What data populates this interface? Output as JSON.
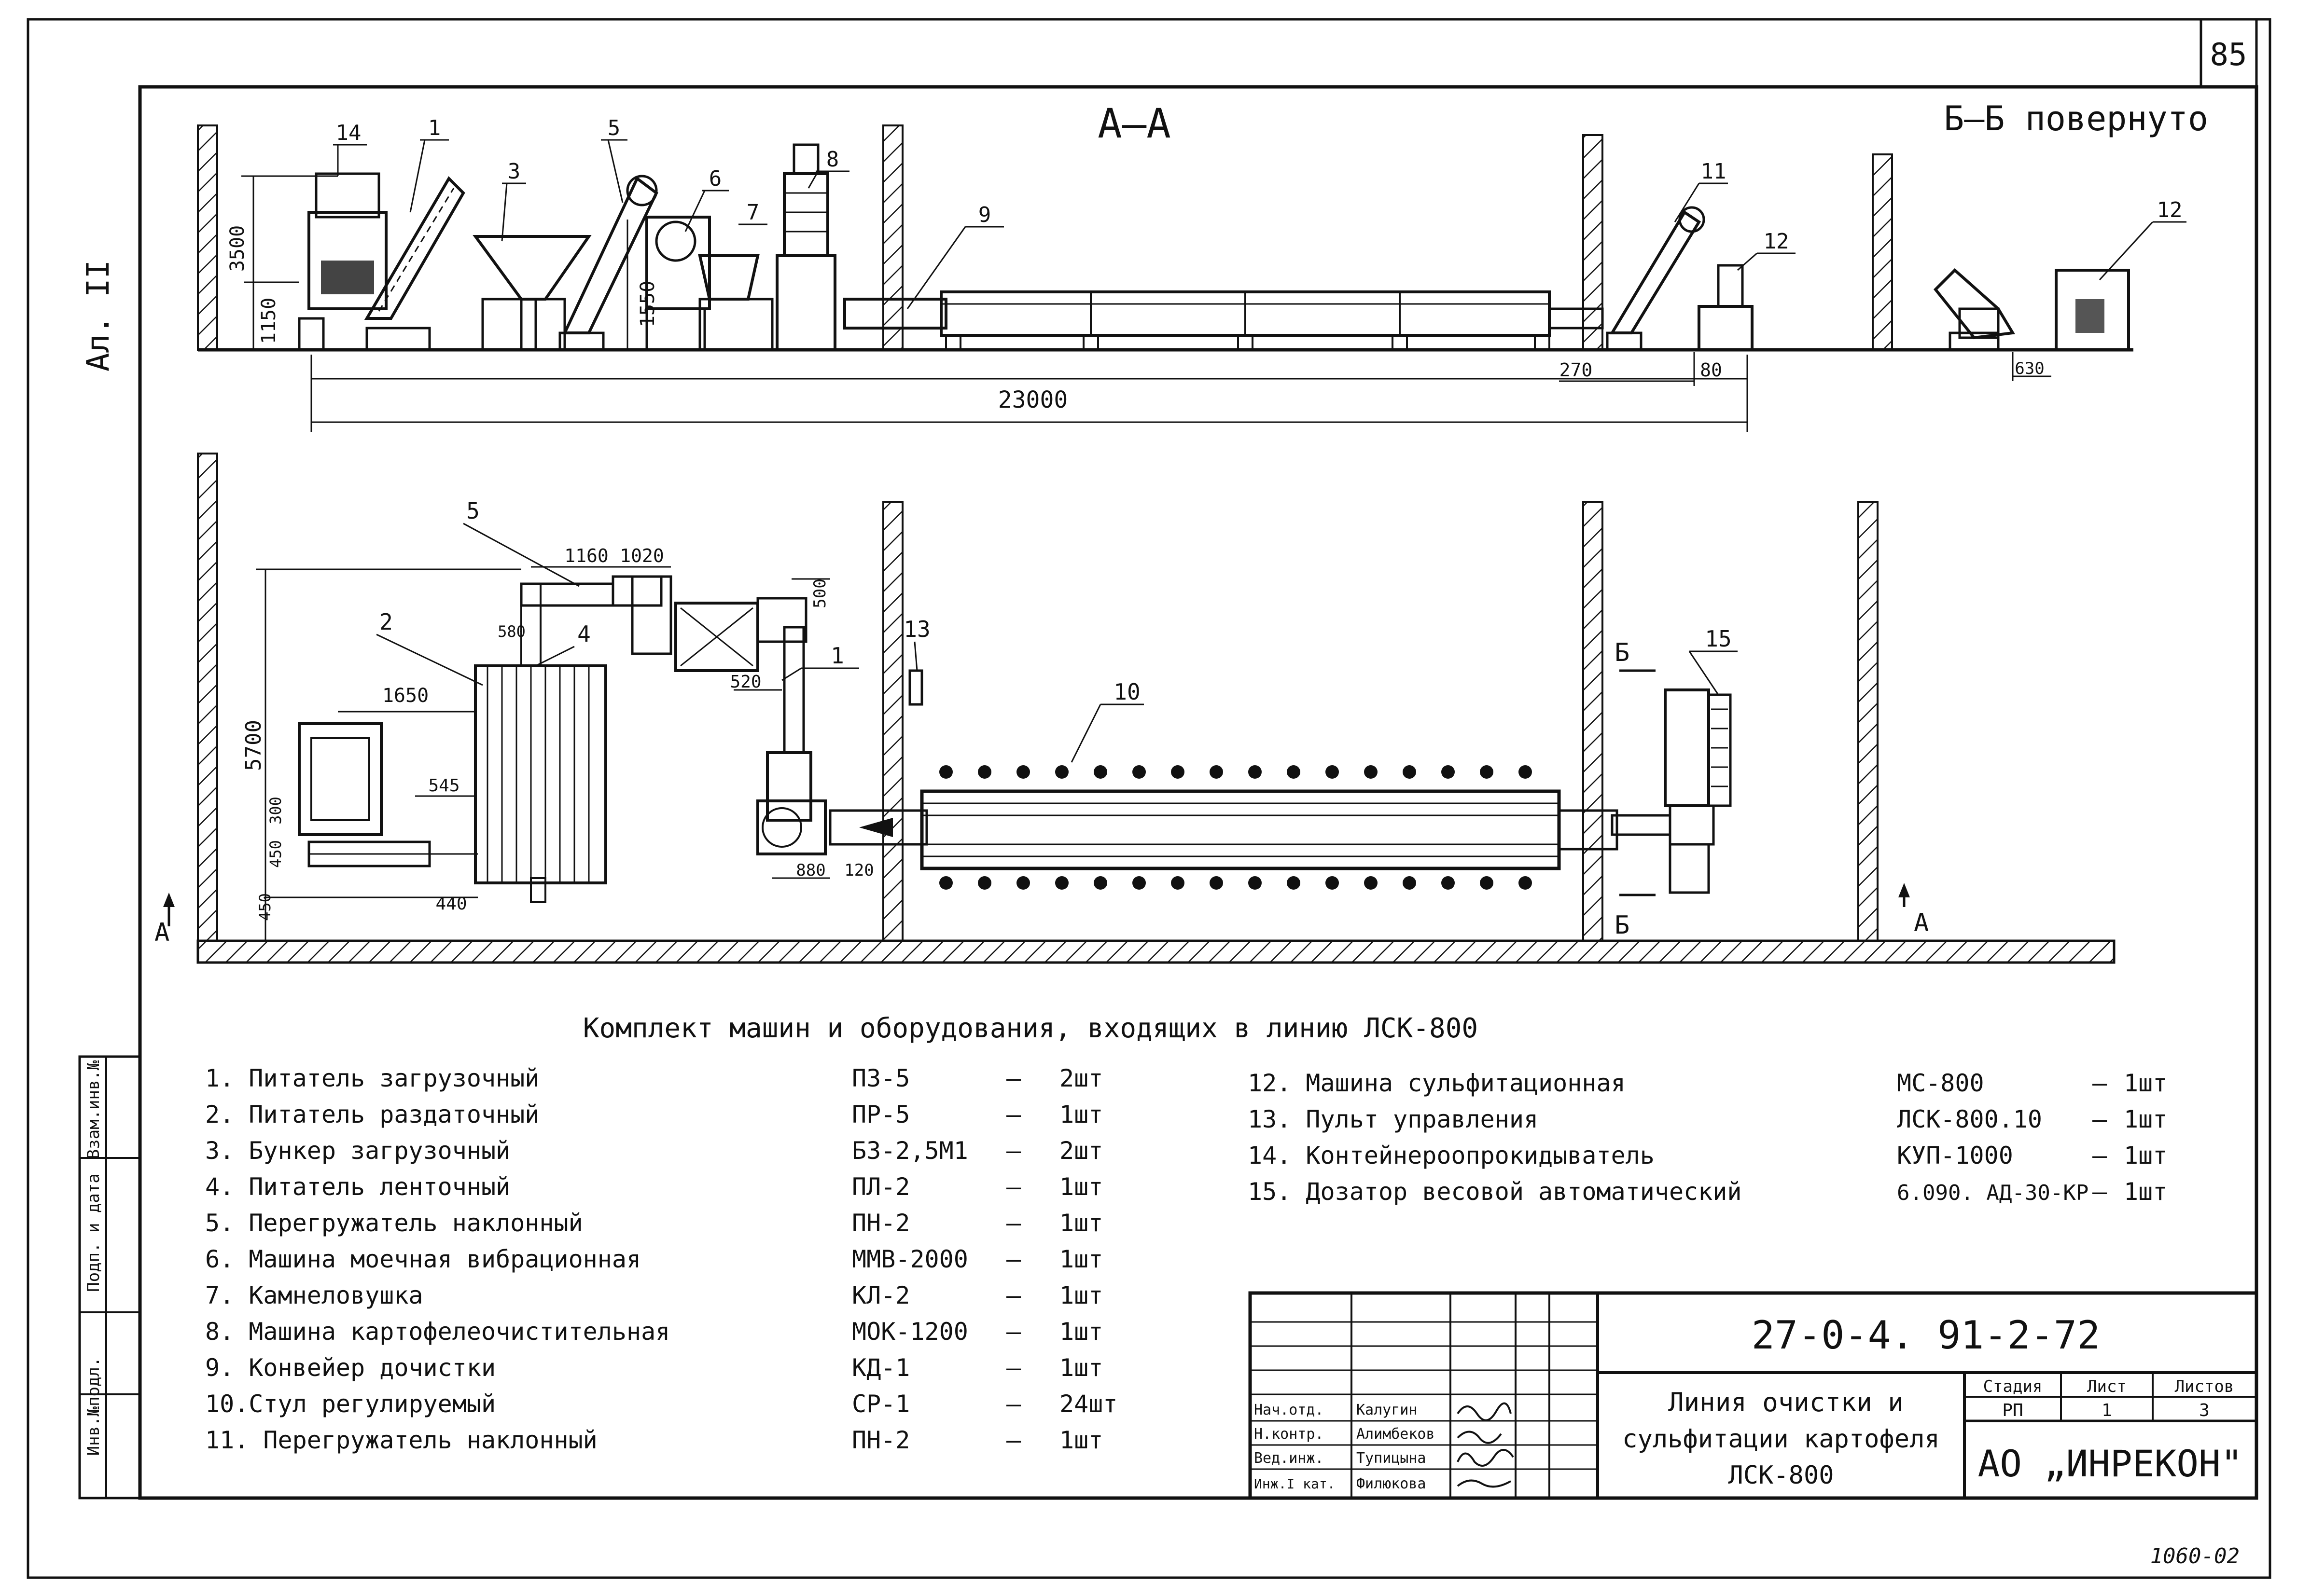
{
  "sheet": {
    "page_number": "85",
    "album_label": "Ал. II",
    "footer_code": "1060-02"
  },
  "views": {
    "section_aa_title": "А—А",
    "section_bb_title": "Б—Б повернуто",
    "plan_markers": {
      "a_left": "А",
      "a_right": "А",
      "b_top": "Б",
      "b_bottom": "Б"
    }
  },
  "dimensions": {
    "elevation": [
      "3500",
      "1150",
      "1550",
      "23000",
      "270",
      "80",
      "630"
    ],
    "plan": [
      "1160",
      "1020",
      "500",
      "580",
      "1650",
      "520",
      "5700",
      "545",
      "300",
      "450",
      "450",
      "440",
      "880",
      "120"
    ]
  },
  "callouts": {
    "elevation": [
      "14",
      "1",
      "3",
      "5",
      "6",
      "7",
      "8",
      "9",
      "11",
      "12",
      "12"
    ],
    "plan": [
      "5",
      "4",
      "2",
      "1",
      "13",
      "10",
      "15"
    ]
  },
  "equipment": {
    "title": "Комплект машин и оборудования, входящих в линию ЛСК-800",
    "left": [
      {
        "name": "1. Питатель загрузочный",
        "model": "ПЗ-5",
        "dash": "—",
        "qty": "2шт"
      },
      {
        "name": "2. Питатель раздаточный",
        "model": "ПР-5",
        "dash": "—",
        "qty": "1шт"
      },
      {
        "name": "3. Бункер загрузочный",
        "model": "БЗ-2,5М1",
        "dash": "—",
        "qty": "2шт"
      },
      {
        "name": "4. Питатель ленточный",
        "model": "ПЛ-2",
        "dash": "—",
        "qty": "1шт"
      },
      {
        "name": "5. Перегружатель наклонный",
        "model": "ПН-2",
        "dash": "—",
        "qty": "1шт"
      },
      {
        "name": "6. Машина моечная вибрационная",
        "model": "ММВ-2000",
        "dash": "—",
        "qty": "1шт"
      },
      {
        "name": "7. Камнеловушка",
        "model": "КЛ-2",
        "dash": "—",
        "qty": "1шт"
      },
      {
        "name": "8. Машина картофелеочистительная",
        "model": "МОК-1200",
        "dash": "—",
        "qty": "1шт"
      },
      {
        "name": "9. Конвейер дочистки",
        "model": "КД-1",
        "dash": "—",
        "qty": "1шт"
      },
      {
        "name": "10.Стул регулируемый",
        "model": "СР-1",
        "dash": "—",
        "qty": "24шт"
      },
      {
        "name": "11. Перегружатель наклонный",
        "model": "ПН-2",
        "dash": "—",
        "qty": "1шт"
      }
    ],
    "right": [
      {
        "name": "12. Машина сульфитационная",
        "model": "МС-800",
        "dash": "—",
        "qty": "1шт"
      },
      {
        "name": "13. Пульт управления",
        "model": "ЛСК-800.10",
        "dash": "—",
        "qty": "1шт"
      },
      {
        "name": "14. Контейнероопрокидыватель",
        "model": "КУП-1000",
        "dash": "—",
        "qty": "1шт"
      },
      {
        "name": "15. Дозатор весовой автоматический",
        "model": "6.090. АД-30-КР",
        "dash": "—",
        "qty": "1шт"
      }
    ]
  },
  "side_stamp": [
    "Инв.№подл.",
    "Подп. и дата",
    "Взам.инв.№"
  ],
  "title_block": {
    "doc_code": "27-0-4. 91-2-72",
    "title_line1": "Линия очистки и",
    "title_line2": "сульфитации картофеля",
    "title_line3": "ЛСК-800",
    "head_stage": "Стадия",
    "head_sheet": "Лист",
    "head_sheets": "Листов",
    "stage": "РП",
    "sheet": "1",
    "sheets": "3",
    "company": "АО „ИНРЕКОН\"",
    "signers": [
      {
        "role": "Нач.отд.",
        "name": "Калугин"
      },
      {
        "role": "Н.контр.",
        "name": "Алимбеков"
      },
      {
        "role": "Вед.инж.",
        "name": "Тупицына"
      },
      {
        "role": "Инж.I кат.",
        "name": "Филюкова"
      }
    ]
  }
}
